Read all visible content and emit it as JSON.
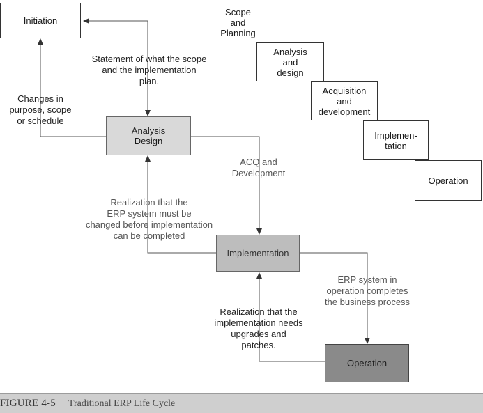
{
  "boxes": {
    "initiation": "Initiation",
    "analysis_design": "Analysis\nDesign",
    "implementation": "Implementation",
    "operation": "Operation"
  },
  "labels": {
    "statement": "Statement of what the scope\nand the implementation\nplan.",
    "changes": "Changes in\npurpose, scope\nor schedule",
    "acq_dev": "ACQ and\nDevelopment",
    "realization_erp": "Realization that the\nERP system must be\nchanged before implementation\ncan be completed",
    "erp_in_operation": "ERP system in\noperation completes\nthe business process",
    "realization_impl": "Realization that the\nimplementation needs\nupgrades and\npatches."
  },
  "waterfall": [
    "Scope\nand\nPlanning",
    "Analysis\nand\ndesign",
    "Acquisition\nand\ndevelopment",
    "Implemen-\ntation",
    "Operation"
  ],
  "caption": {
    "number": "FIGURE 4-5",
    "title": "Traditional ERP Life Cycle"
  }
}
